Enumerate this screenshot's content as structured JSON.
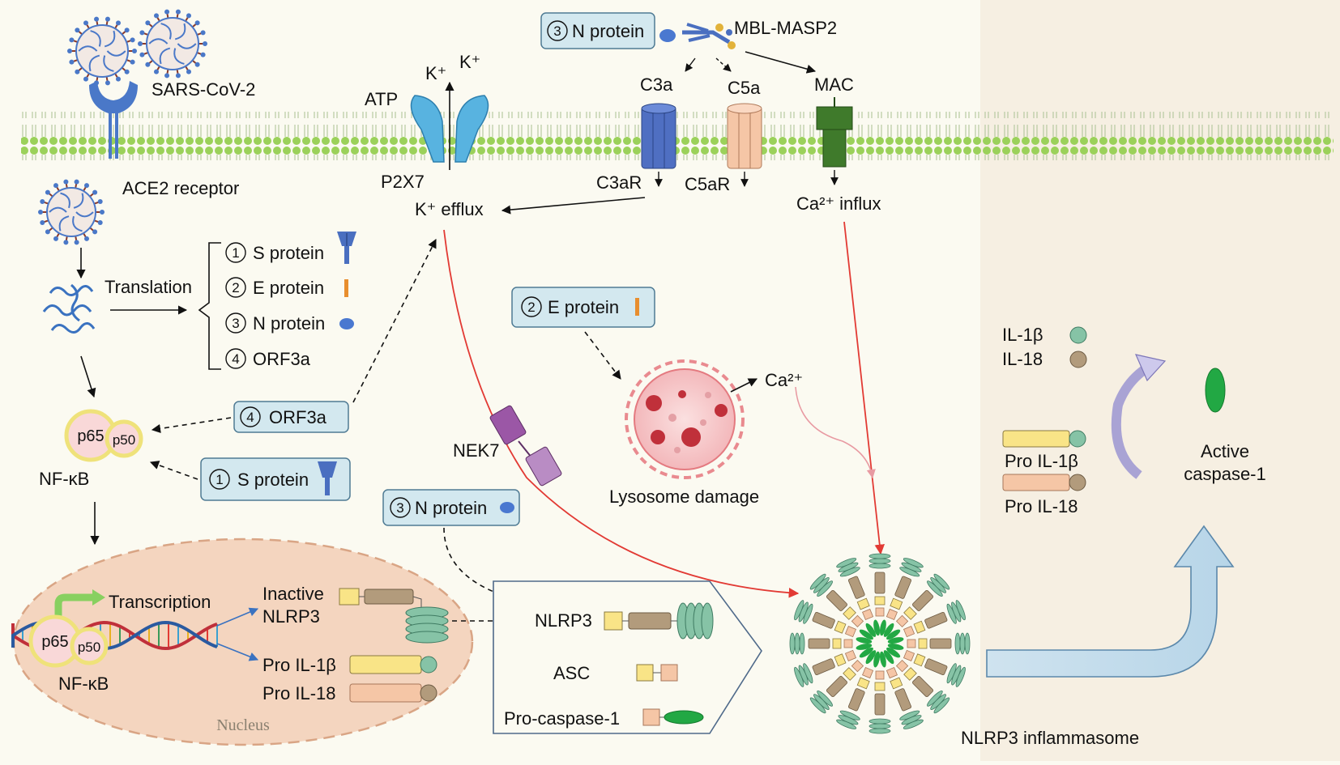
{
  "title": "",
  "virus": {
    "label": "SARS-CoV-2",
    "receptor": "ACE2 receptor"
  },
  "translation": {
    "label": "Translation",
    "items": [
      {
        "num": "1",
        "label": "S protein"
      },
      {
        "num": "2",
        "label": "E protein"
      },
      {
        "num": "3",
        "label": "N protein"
      },
      {
        "num": "4",
        "label": "ORF3a"
      }
    ]
  },
  "callouts": {
    "n_top": {
      "num": "3",
      "label": "N protein"
    },
    "e_mid": {
      "num": "2",
      "label": "E protein"
    },
    "orf3a": {
      "num": "4",
      "label": "ORF3a"
    },
    "s_prot": {
      "num": "1",
      "label": "S protein"
    },
    "n_bottom": {
      "num": "3",
      "label": "N protein"
    }
  },
  "membrane": {
    "atp": "ATP",
    "k1": "K⁺",
    "k2": "K⁺",
    "p2x7": "P2X7",
    "k_efflux": "K⁺ efflux",
    "mbl": "MBL-MASP2",
    "c3a": "C3a",
    "c5a": "C5a",
    "mac": "MAC",
    "c3ar": "C3aR",
    "c5ar": "C5aR",
    "ca_influx": "Ca²⁺ influx"
  },
  "nfkb": {
    "p65": "p65",
    "p50": "p50",
    "label": "NF-κB"
  },
  "nucleus": {
    "transcription": "Transcription",
    "inactive_line1": "Inactive",
    "inactive_line2": "NLRP3",
    "pro_il1b": "Pro IL-1β",
    "pro_il18": "Pro IL-18",
    "p65": "p65",
    "p50": "p50",
    "nfkb": "NF-κB",
    "label": "Nucleus"
  },
  "lysosome": {
    "label": "Lysosome damage",
    "ca": "Ca²⁺"
  },
  "nek7": "NEK7",
  "components": {
    "nlrp3": "NLRP3",
    "asc": "ASC",
    "procasp": "Pro-caspase-1"
  },
  "inflammasome": "NLRP3 inflammasome",
  "outputs": {
    "il1b": "IL-1β",
    "il18": "IL-18",
    "pro_il1b": "Pro IL-1β",
    "pro_il18": "Pro IL-18",
    "active_line1": "Active",
    "active_line2": "caspase-1"
  },
  "colors": {
    "background": "#fbfaf1",
    "right_panel": "#f6efe2",
    "membrane_head": "#9bd15a",
    "membrane_tail": "#b7c9a0",
    "callout_fill": "#d3e8ef",
    "callout_stroke": "#4f7b94",
    "red_path": "#e23a34",
    "nucleus_fill": "#f4d5bf",
    "p2x7": "#58b3e0",
    "c3ar": "#4f6fc2",
    "c5ar": "#f5c6a6",
    "mac": "#3f7a2b",
    "nlrp3_pyd": "#f9e487",
    "nlrp3_nacht": "#b29b7c",
    "nlrp3_lrr": "#86c3a6",
    "asc_card": "#f5c6a6",
    "caspase": "#22a844"
  }
}
